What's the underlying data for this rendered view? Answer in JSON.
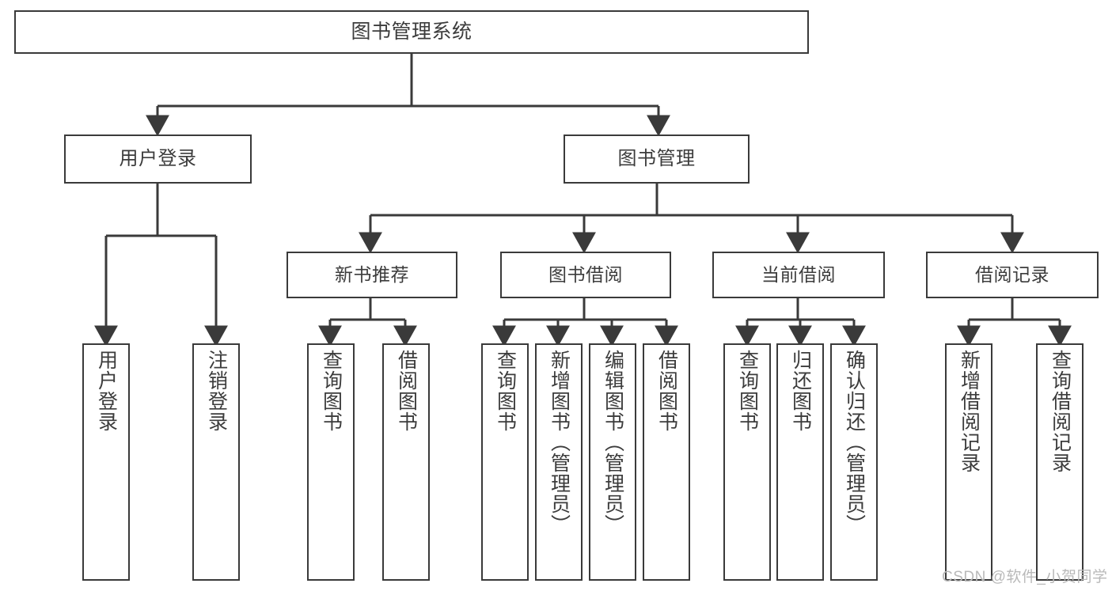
{
  "diagram": {
    "type": "tree-hierarchy",
    "title": "图书管理系统",
    "watermark": "CSDN @软件_小贺同学",
    "colors": {
      "stroke": "#3a3a3a",
      "background": "#ffffff",
      "text": "#3c3c3c",
      "watermark": "#b9b9b9"
    },
    "nodes": {
      "root": {
        "label": "图书管理系统"
      },
      "level2": [
        {
          "label": "用户登录"
        },
        {
          "label": "图书管理"
        }
      ],
      "level3": [
        {
          "label": "新书推荐"
        },
        {
          "label": "图书借阅"
        },
        {
          "label": "当前借阅"
        },
        {
          "label": "借阅记录"
        }
      ],
      "leaves": {
        "user_login": [
          {
            "label": "用户登录"
          },
          {
            "label": "注销登录"
          }
        ],
        "new_book_recommend": [
          {
            "label": "查询图书"
          },
          {
            "label": "借阅图书"
          }
        ],
        "book_borrow": [
          {
            "label": "查询图书"
          },
          {
            "label": "新增图书（管理员）"
          },
          {
            "label": "编辑图书（管理员）"
          },
          {
            "label": "借阅图书"
          }
        ],
        "current_borrow": [
          {
            "label": "查询图书"
          },
          {
            "label": "归还图书"
          },
          {
            "label": "确认归还（管理员）"
          }
        ],
        "borrow_record": [
          {
            "label": "新增借阅记录"
          },
          {
            "label": "查询借阅记录"
          }
        ]
      }
    }
  }
}
